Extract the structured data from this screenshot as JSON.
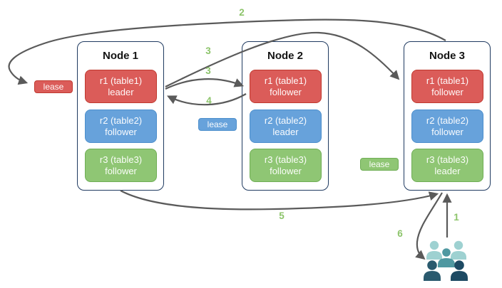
{
  "nodes": [
    {
      "title": "Node 1",
      "replicas": [
        {
          "label": "r1 (table1)",
          "role": "leader",
          "color": "red"
        },
        {
          "label": "r2 (table2)",
          "role": "follower",
          "color": "blue"
        },
        {
          "label": "r3 (table3)",
          "role": "follower",
          "color": "green"
        }
      ]
    },
    {
      "title": "Node 2",
      "replicas": [
        {
          "label": "r1 (table1)",
          "role": "follower",
          "color": "red"
        },
        {
          "label": "r2 (table2)",
          "role": "leader",
          "color": "blue"
        },
        {
          "label": "r3 (table3)",
          "role": "follower",
          "color": "green"
        }
      ]
    },
    {
      "title": "Node 3",
      "replicas": [
        {
          "label": "r1 (table1)",
          "role": "follower",
          "color": "red"
        },
        {
          "label": "r2 (table2)",
          "role": "follower",
          "color": "blue"
        },
        {
          "label": "r3 (table3)",
          "role": "leader",
          "color": "green"
        }
      ]
    }
  ],
  "leases": {
    "red": {
      "label": "lease",
      "color": "#db5c59"
    },
    "blue": {
      "label": "lease",
      "color": "#67a2db"
    },
    "green": {
      "label": "lease",
      "color": "#8fc674"
    }
  },
  "steps": {
    "step1": "1",
    "step2": "2",
    "step3a": "3",
    "step3b": "3",
    "step4": "4",
    "step5": "5",
    "step6": "6"
  },
  "client": {
    "icon": "users-group-icon"
  },
  "colors": {
    "replica_red": "#db5c59",
    "replica_blue": "#67a2db",
    "replica_green": "#8fc674",
    "node_border": "#1f3a60",
    "arrow": "#5a5a5a",
    "step_label": "#8cc46a",
    "client_light_teal": "#9ed1d1",
    "client_mid_teal": "#4f98a1",
    "client_dark_slate": "#2a5a6e",
    "client_dark_navy": "#1d4a63"
  }
}
